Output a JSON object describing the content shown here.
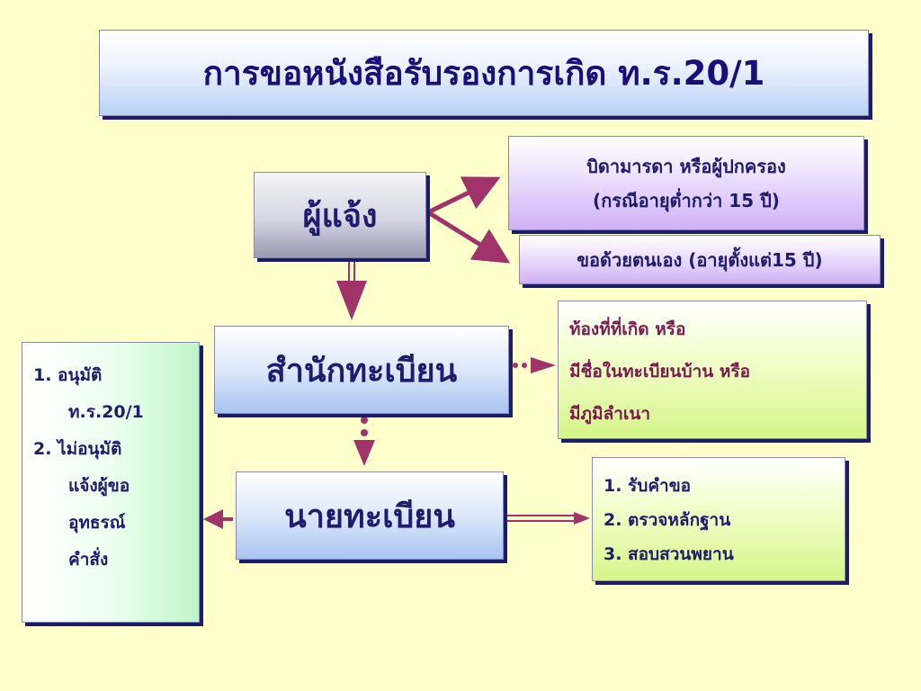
{
  "title": "การขอหนังสือรับรองการเกิด ท.ร.20/1",
  "nodes": {
    "informant": "ผู้แจ้ง",
    "registry": "สำนักทะเบียน",
    "registrar": "นายทะเบียน"
  },
  "informant_options": {
    "parent_line1": "บิดามารดา หรือผู้ปกครอง",
    "parent_line2": "(กรณีอายุต่ำกว่า 15 ปี)",
    "self": "ขอด้วยตนเอง (อายุตั้งแต่15 ปี)"
  },
  "registry_location": [
    "ท้องที่ที่เกิด หรือ",
    "มีชื่อในทะเบียนบ้าน หรือ",
    "มีภูมิลำเนา"
  ],
  "registrar_tasks": [
    "1. รับคำขอ",
    "2. ตรวจหลักฐาน",
    "3. สอบสวนพยาน"
  ],
  "outcomes": {
    "approve": "1. อนุมัติ",
    "approve_form": "ท.ร.20/1",
    "reject": "2. ไม่อนุมัติ",
    "reject_lines": [
      "แจ้งผู้ขอ",
      "อุทธรณ์",
      "คำสั่ง"
    ]
  },
  "colors": {
    "background": "#ffffcc",
    "arrow": "#a0336a",
    "text_dark": "#1f1b6e",
    "text_maroon": "#7a1a4f"
  }
}
